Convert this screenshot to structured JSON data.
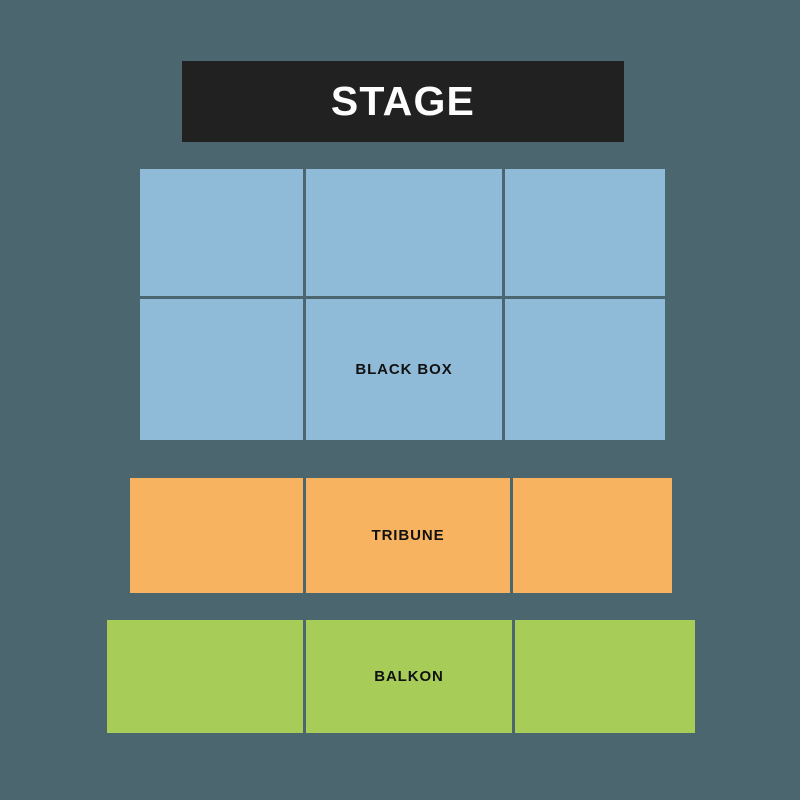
{
  "venue_map": {
    "background_color": "#4c6670",
    "stage": {
      "label": "STAGE",
      "color": "#212121",
      "text_color": "#fdfdfd"
    },
    "sections": [
      {
        "id": "black-box",
        "label": "BLACK BOX",
        "color": "#8fbbd9",
        "text_color": "#111111",
        "rows": 2,
        "columns": 3,
        "blocks": [
          {
            "row": 1,
            "col": 1,
            "label": ""
          },
          {
            "row": 1,
            "col": 2,
            "label": ""
          },
          {
            "row": 1,
            "col": 3,
            "label": ""
          },
          {
            "row": 2,
            "col": 1,
            "label": ""
          },
          {
            "row": 2,
            "col": 2,
            "label": "BLACK BOX"
          },
          {
            "row": 2,
            "col": 3,
            "label": ""
          }
        ]
      },
      {
        "id": "tribune",
        "label": "TRIBUNE",
        "color": "#f7b35f",
        "text_color": "#111111",
        "rows": 1,
        "columns": 3,
        "blocks": [
          {
            "row": 1,
            "col": 1,
            "label": ""
          },
          {
            "row": 1,
            "col": 2,
            "label": "TRIBUNE"
          },
          {
            "row": 1,
            "col": 3,
            "label": ""
          }
        ]
      },
      {
        "id": "balkon",
        "label": "BALKON",
        "color": "#a8cc58",
        "text_color": "#111111",
        "rows": 1,
        "columns": 3,
        "blocks": [
          {
            "row": 1,
            "col": 1,
            "label": ""
          },
          {
            "row": 1,
            "col": 2,
            "label": "BALKON"
          },
          {
            "row": 1,
            "col": 3,
            "label": ""
          }
        ]
      }
    ]
  }
}
